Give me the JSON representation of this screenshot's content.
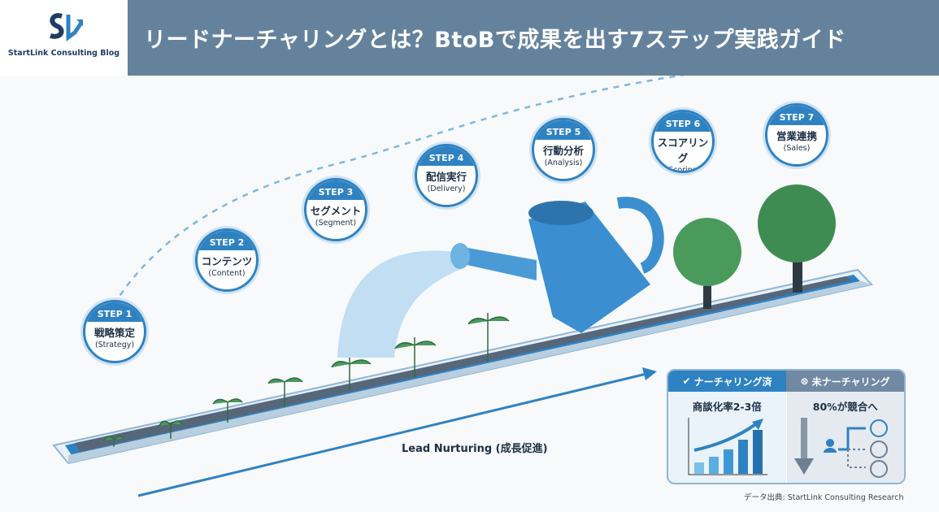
{
  "brand": {
    "name": "StartLink Consulting Blog",
    "logo_letters": "SL"
  },
  "header": {
    "title": "リードナーチャリングとは？BtoBで成果を出す7ステップ実践ガイド"
  },
  "steps": [
    {
      "label": "STEP 1",
      "jp": "戦略策定",
      "en": "(Strategy)"
    },
    {
      "label": "STEP 2",
      "jp": "コンテンツ",
      "en": "(Content)"
    },
    {
      "label": "STEP 3",
      "jp": "セグメント",
      "en": "(Segment)"
    },
    {
      "label": "STEP 4",
      "jp": "配信実行",
      "en": "(Delivery)"
    },
    {
      "label": "STEP 5",
      "jp": "行動分析",
      "en": "(Analysis)"
    },
    {
      "label": "STEP 6",
      "jp": "スコアリング",
      "en": "(Scoring)"
    },
    {
      "label": "STEP 7",
      "jp": "営業連携",
      "en": "(Sales)"
    }
  ],
  "lead_label": "Lead Nurturing (成長促進)",
  "comparison": {
    "nurtured": {
      "title": "ナーチャリング済",
      "stat": "商談化率2-3倍",
      "icon": "check-circle-icon"
    },
    "not_nurtured": {
      "title": "未ナーチャリング",
      "stat": "80%が競合へ",
      "icon": "x-circle-icon"
    }
  },
  "source": "データ出典: StartLink Consulting Research",
  "colors": {
    "accent": "#2f82c2",
    "header": "#65829d",
    "gray": "#7189a2"
  }
}
